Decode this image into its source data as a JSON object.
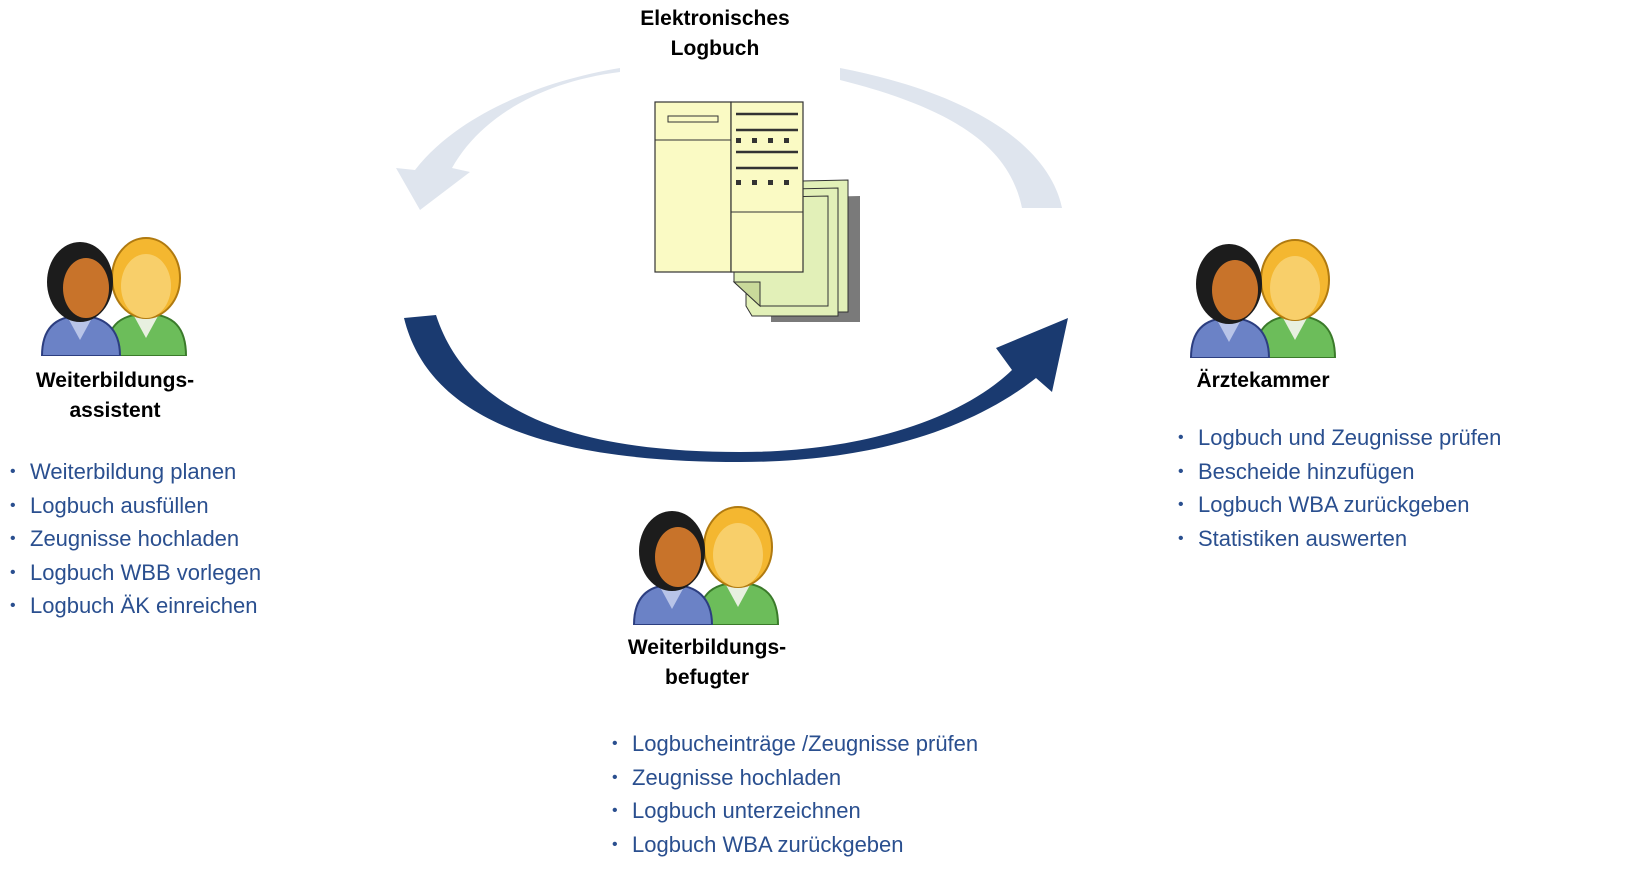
{
  "logbook": {
    "title_line1": "Elektronisches",
    "title_line2": "Logbuch",
    "icon": "logbook-document-icon"
  },
  "roles": {
    "assistant": {
      "icon": "users-icon",
      "title_line1": "Weiterbildungs-",
      "title_line2": "assistent",
      "tasks": [
        "Weiterbildung planen",
        "Logbuch ausfüllen",
        "Zeugnisse hochladen",
        "Logbuch WBB vorlegen",
        "Logbuch ÄK einreichen"
      ]
    },
    "supervisor": {
      "icon": "users-icon",
      "title_line1": "Weiterbildungs-",
      "title_line2": "befugter",
      "tasks": [
        "Logbucheinträge /Zeugnisse prüfen",
        "Zeugnisse hochladen",
        "Logbuch unterzeichnen",
        "Logbuch WBA zurückgeben"
      ]
    },
    "chamber": {
      "icon": "users-icon",
      "title": "Ärztekammer",
      "tasks": [
        "Logbuch und  Zeugnisse prüfen",
        "Bescheide hinzufügen",
        "Logbuch WBA zurückgeben",
        "Statistiken auswerten"
      ]
    }
  },
  "colors": {
    "task_text": "#2a4f8f",
    "upper_arrow": "#dfe5ee",
    "lower_arrow": "#1a3a70",
    "document_paper": "#fafac4",
    "document_back_sheets": "#e2f0b8"
  }
}
